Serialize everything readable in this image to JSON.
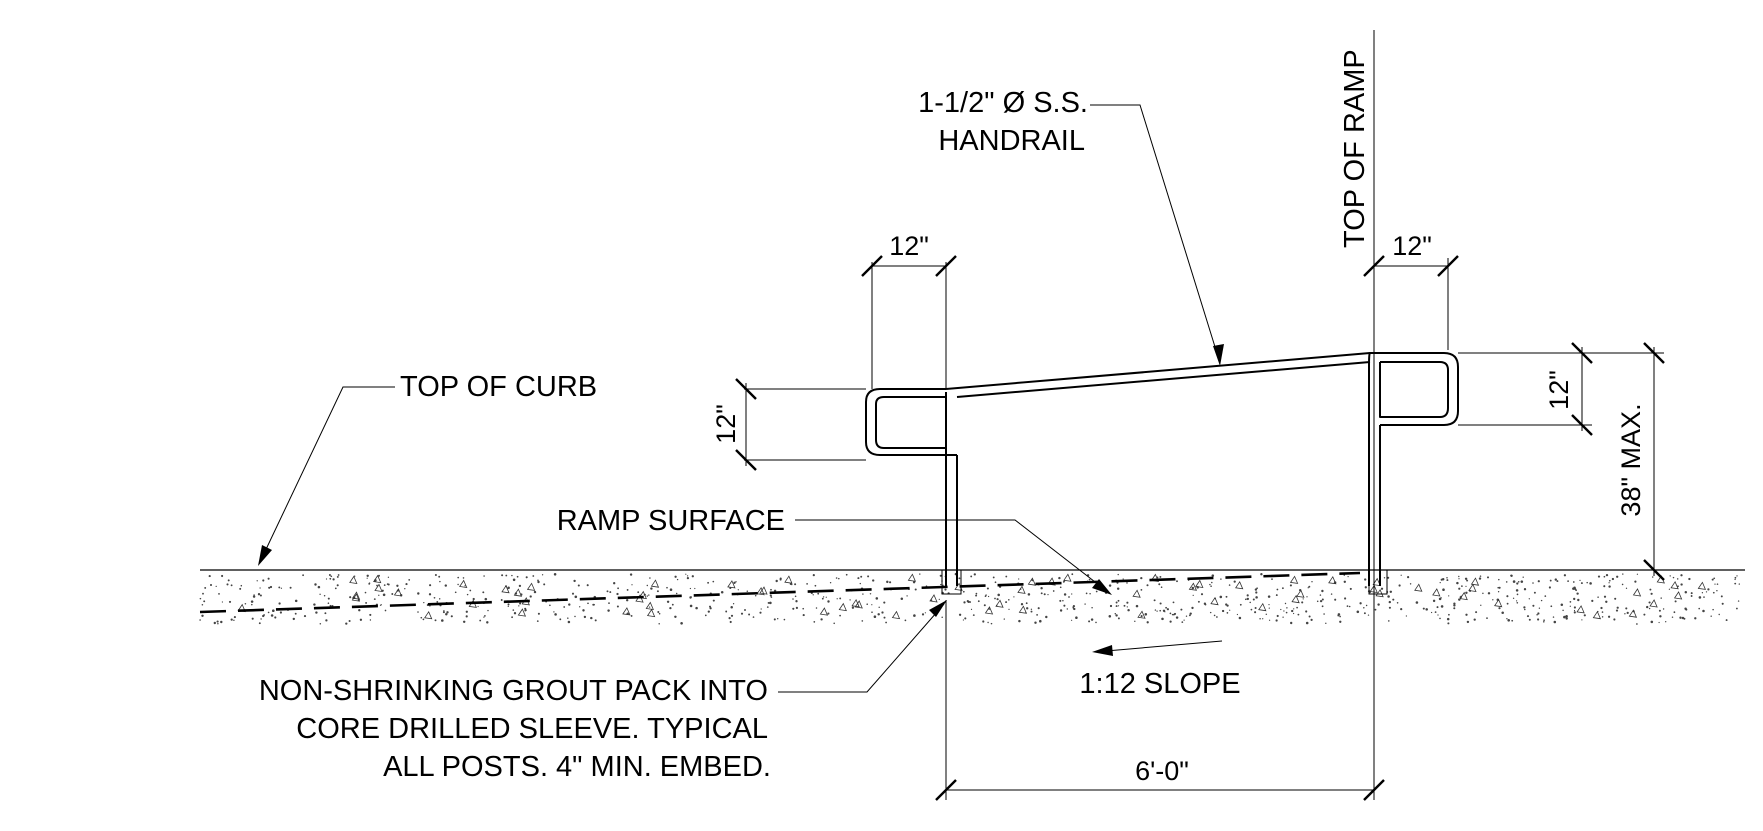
{
  "labels": {
    "handrail_line1": "1-1/2\" Ø S.S.",
    "handrail_line2": "HANDRAIL",
    "top_of_ramp": "TOP OF RAMP",
    "top_of_curb": "TOP OF CURB",
    "ramp_surface": "RAMP SURFACE",
    "grout_line1": "NON-SHRINKING GROUT PACK INTO",
    "grout_line2": "CORE DRILLED SLEEVE. TYPICAL",
    "grout_line3": "ALL POSTS. 4\" MIN. EMBED.",
    "slope": "1:12 SLOPE"
  },
  "dimensions": {
    "left_extension_width": "12\"",
    "right_extension_width": "12\"",
    "left_return_height": "12\"",
    "right_return_height": "12\"",
    "rail_height": "38\" MAX.",
    "post_spacing": "6'-0\""
  },
  "colors": {
    "ink": "#000000",
    "background": "#ffffff"
  }
}
